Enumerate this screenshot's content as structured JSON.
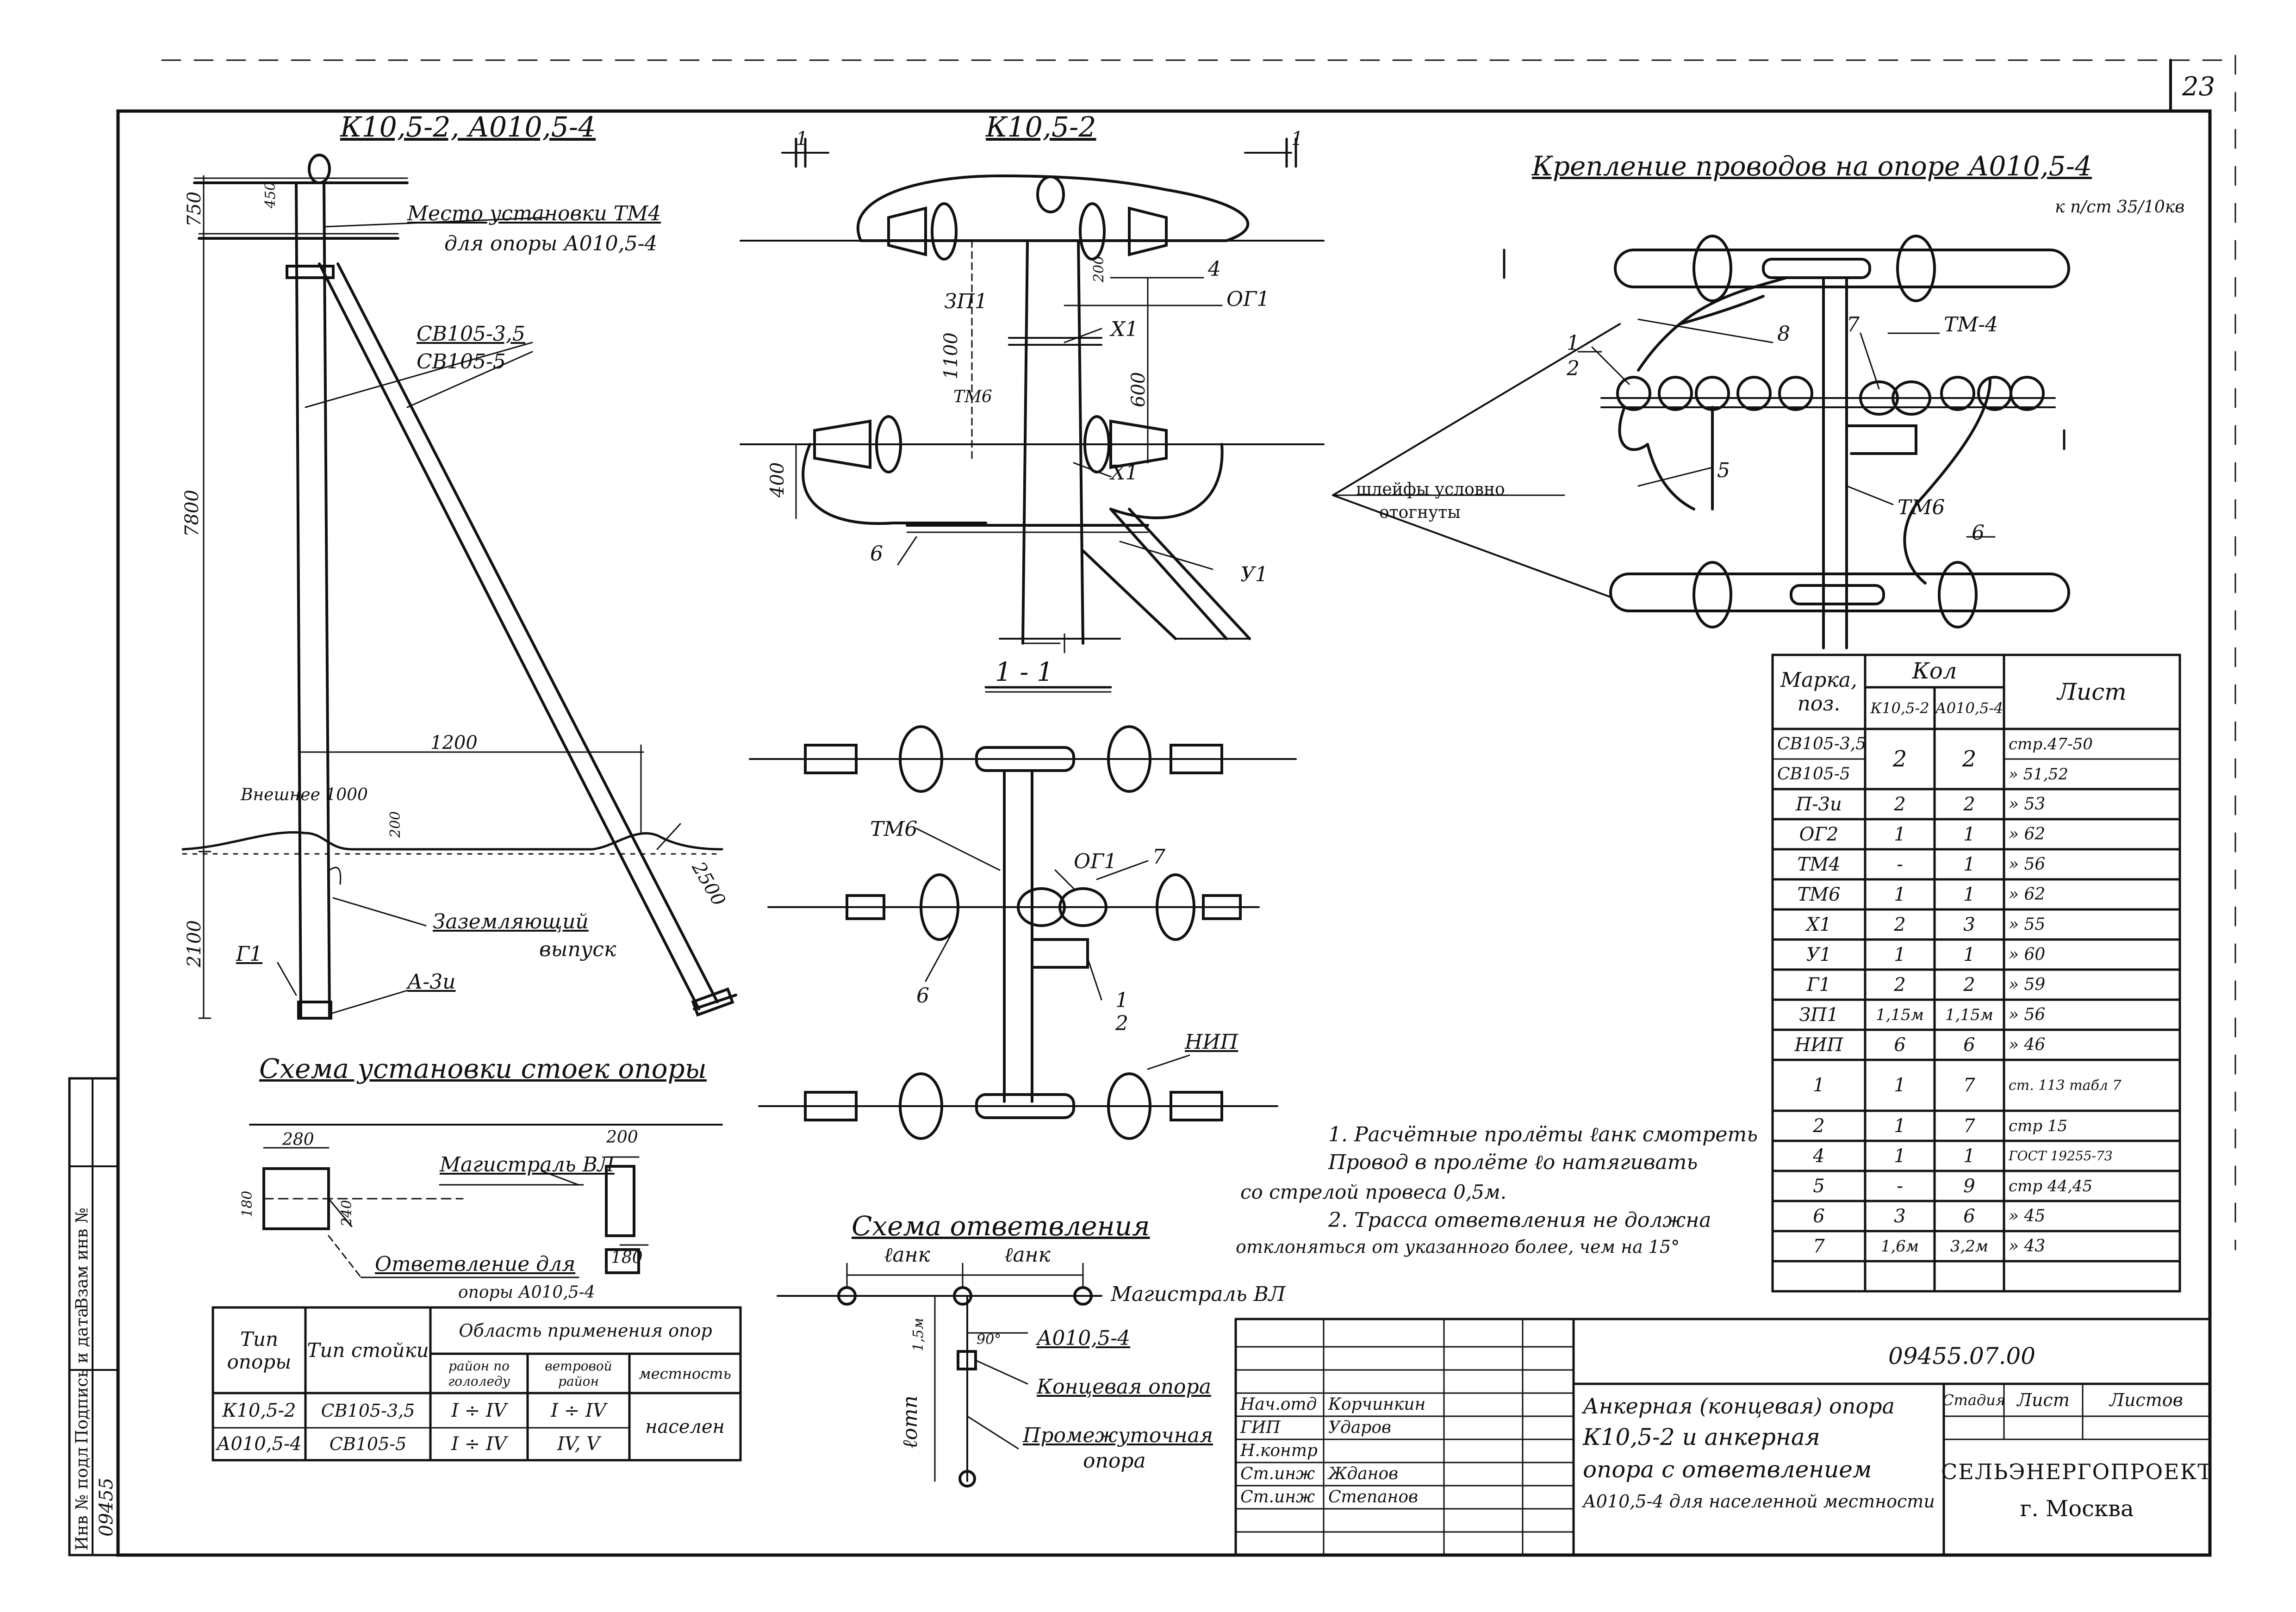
{
  "page_number": "23",
  "views": {
    "pole_elevation": {
      "title": "К10,5-2, А010,5-4",
      "place_tm4": "Место установки ТМ4",
      "place_tm4_sub": "для опоры А010,5-4",
      "brace1": "СВ105-3,5",
      "brace2": "СВ105-5",
      "dim_750": "750",
      "dim_450": "450",
      "dim_7800": "7800",
      "dim_1200": "1200",
      "dim_2100": "2100",
      "dim_2500": "2500",
      "dim_1000": "1000",
      "dim_200": "200",
      "ground_text": "Внешнее 1000",
      "grounding1": "Заземляющий",
      "grounding2": "выпуск",
      "g1": "Г1",
      "a3u": "А-3и"
    },
    "front_view": {
      "title": "К10,5-2",
      "section_left": "1",
      "section_right": "1",
      "mark4": "4",
      "og1": "ОГ1",
      "zp1": "ЗП1",
      "x1_top": "Х1",
      "x1_bot": "Х1",
      "tm6": "ТМ6",
      "dim_1100": "1100",
      "dim_600": "600",
      "dim_200": "200",
      "dim_400": "400",
      "mark6": "6",
      "y1": "У1"
    },
    "section_view": {
      "title": "1 - 1",
      "tm6": "ТМ6",
      "og1": "ОГ1",
      "mark7": "7",
      "mark6": "6",
      "mark1": "1",
      "mark2": "2",
      "nip": "НИП"
    },
    "fastening": {
      "title": "Крепление проводов на опоре А010,5-4",
      "ref": "к п/ст 35/10кв",
      "mark8": "8",
      "mark7": "7",
      "tm4": "ТМ-4",
      "mark1": "1",
      "mark2": "2",
      "mark5": "5",
      "tm6": "ТМ6",
      "mark6": "6",
      "note1": "шлейфы условно",
      "note2": "отогнуты"
    },
    "installation": {
      "title": "Схема установки стоек опоры",
      "dim_280": "280",
      "dim_200": "200",
      "dim_180a": "180",
      "dim_240": "240",
      "dim_180b": "180",
      "mainline": "Магистраль ВЛ",
      "branch1": "Ответвление для",
      "branch2": "опоры А010,5-4"
    },
    "branch_scheme": {
      "title": "Схема ответвления",
      "lanh1": "ℓанк",
      "lanh2": "ℓанк",
      "lotn": "ℓотп",
      "dim_15": "1,5м",
      "angle": "90°",
      "mainline": "Магистраль ВЛ",
      "a0": "А010,5-4",
      "end_pole": "Концевая опора",
      "mid1": "Промежуточная",
      "mid2": "опора"
    }
  },
  "notes": [
    "1. Расчётные пролёты ℓанк смотреть",
    "Провод в пролёте ℓо натягивать",
    "со стрелой провеса 0,5м.",
    "2. Трасса ответвления не должна",
    "отклоняться от указанного более, чем на 15°"
  ],
  "spec_table": {
    "headers": {
      "mark": "Марка, поз.",
      "qty": "Кол",
      "k": "К10,5-2",
      "a": "А010,5-4",
      "sheet": "Лист"
    },
    "rows": [
      {
        "mark": "СВ105-3,5",
        "k": "2",
        "a": "2",
        "sheet": "стр.47-50"
      },
      {
        "mark": "СВ105-5",
        "k": "",
        "a": "",
        "sheet": "» 51,52"
      },
      {
        "mark": "П-3и",
        "k": "2",
        "a": "2",
        "sheet": "» 53"
      },
      {
        "mark": "ОГ2",
        "k": "1",
        "a": "1",
        "sheet": "» 62"
      },
      {
        "mark": "ТМ4",
        "k": "-",
        "a": "1",
        "sheet": "» 56"
      },
      {
        "mark": "ТМ6",
        "k": "1",
        "a": "1",
        "sheet": "» 62"
      },
      {
        "mark": "Х1",
        "k": "2",
        "a": "3",
        "sheet": "» 55"
      },
      {
        "mark": "У1",
        "k": "1",
        "a": "1",
        "sheet": "» 60"
      },
      {
        "mark": "Г1",
        "k": "2",
        "a": "2",
        "sheet": "» 59"
      },
      {
        "mark": "ЗП1",
        "k": "1,15м",
        "a": "1,15м",
        "sheet": "» 56"
      },
      {
        "mark": "НИП",
        "k": "6",
        "a": "6",
        "sheet": "» 46"
      },
      {
        "mark": "1",
        "k": "1",
        "a": "7",
        "sheet": "ст. 113 табл 7"
      },
      {
        "mark": "2",
        "k": "1",
        "a": "7",
        "sheet": "стр 15"
      },
      {
        "mark": "4",
        "k": "1",
        "a": "1",
        "sheet": "ГОСТ 19255-73"
      },
      {
        "mark": "5",
        "k": "-",
        "a": "9",
        "sheet": "стр 44,45"
      },
      {
        "mark": "6",
        "k": "3",
        "a": "6",
        "sheet": "» 45"
      },
      {
        "mark": "7",
        "k": "1,6м",
        "a": "3,2м",
        "sheet": "» 43"
      }
    ]
  },
  "type_table": {
    "headers": {
      "type": "Тип опоры",
      "stand": "Тип стойки",
      "area": "Область применения опор",
      "ice": "район по гололеду",
      "wind": "ветровой район",
      "terrain": "местность"
    },
    "rows": [
      {
        "type": "К10,5-2",
        "stand": "СВ105-3,5",
        "ice": "I ÷ IV",
        "wind": "I ÷ IV"
      },
      {
        "type": "А010,5-4",
        "stand": "СВ105-5",
        "ice": "I ÷ IV",
        "wind": "IV, V"
      }
    ],
    "terrain": "населен"
  },
  "title_block": {
    "code": "09455.07.00",
    "description": [
      "Анкерная (концевая) опора",
      "К10,5-2 и анкерная",
      "опора с ответвлением",
      "А010,5-4 для населенной местности"
    ],
    "stage_h": "Стадия",
    "sheet_h": "Лист",
    "sheets_h": "Листов",
    "org1": "СЕЛЬЭНЕРГОПРОЕКТ",
    "org2": "г. Москва",
    "people": [
      {
        "role": "Нач.отд",
        "name": "Корчинкин"
      },
      {
        "role": "ГИП",
        "name": "Ударов"
      },
      {
        "role": "Н.контр",
        "name": ""
      },
      {
        "role": "Ст.инж",
        "name": "Жданов"
      },
      {
        "role": "Ст.инж",
        "name": "Степанов"
      }
    ]
  },
  "side_stamp": {
    "inv_orig": "Инв № подл",
    "sign_date": "Подпись и дата",
    "repl_inv": "Взам инв №",
    "number": "09455"
  }
}
